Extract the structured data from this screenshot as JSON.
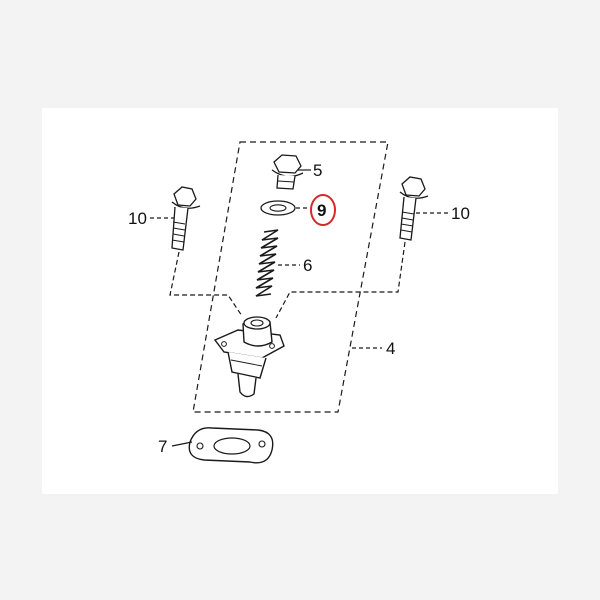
{
  "diagram": {
    "callouts": {
      "bolt_left": "10",
      "bolt_right": "10",
      "sealing_bolt": "5",
      "washer": "9",
      "spring": "6",
      "tensioner_assembly": "4",
      "gasket": "7"
    },
    "highlight": {
      "part": "9",
      "color": "#d42a2a"
    },
    "colors": {
      "line": "#1a1a1a",
      "panel": "#ffffff",
      "background": "#f3f3f3"
    }
  }
}
